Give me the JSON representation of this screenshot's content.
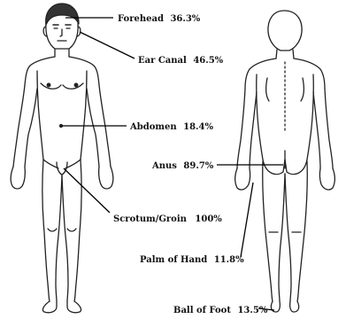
{
  "labels": {
    "forehead": {
      "site": "Forehead",
      "value": "36.3%"
    },
    "ear_canal": {
      "site": "Ear Canal",
      "value": "46.5%"
    },
    "abdomen": {
      "site": "Abdomen",
      "value": "18.4%"
    },
    "anus": {
      "site": "Anus",
      "value": "89.7%"
    },
    "scrotum_groin": {
      "site": "Scrotum/Groin",
      "value": "100%"
    },
    "palm_of_hand": {
      "site": "Palm of Hand",
      "value": "11.8%"
    },
    "ball_of_foot": {
      "site": "Ball of Foot",
      "value": "13.5%"
    }
  }
}
